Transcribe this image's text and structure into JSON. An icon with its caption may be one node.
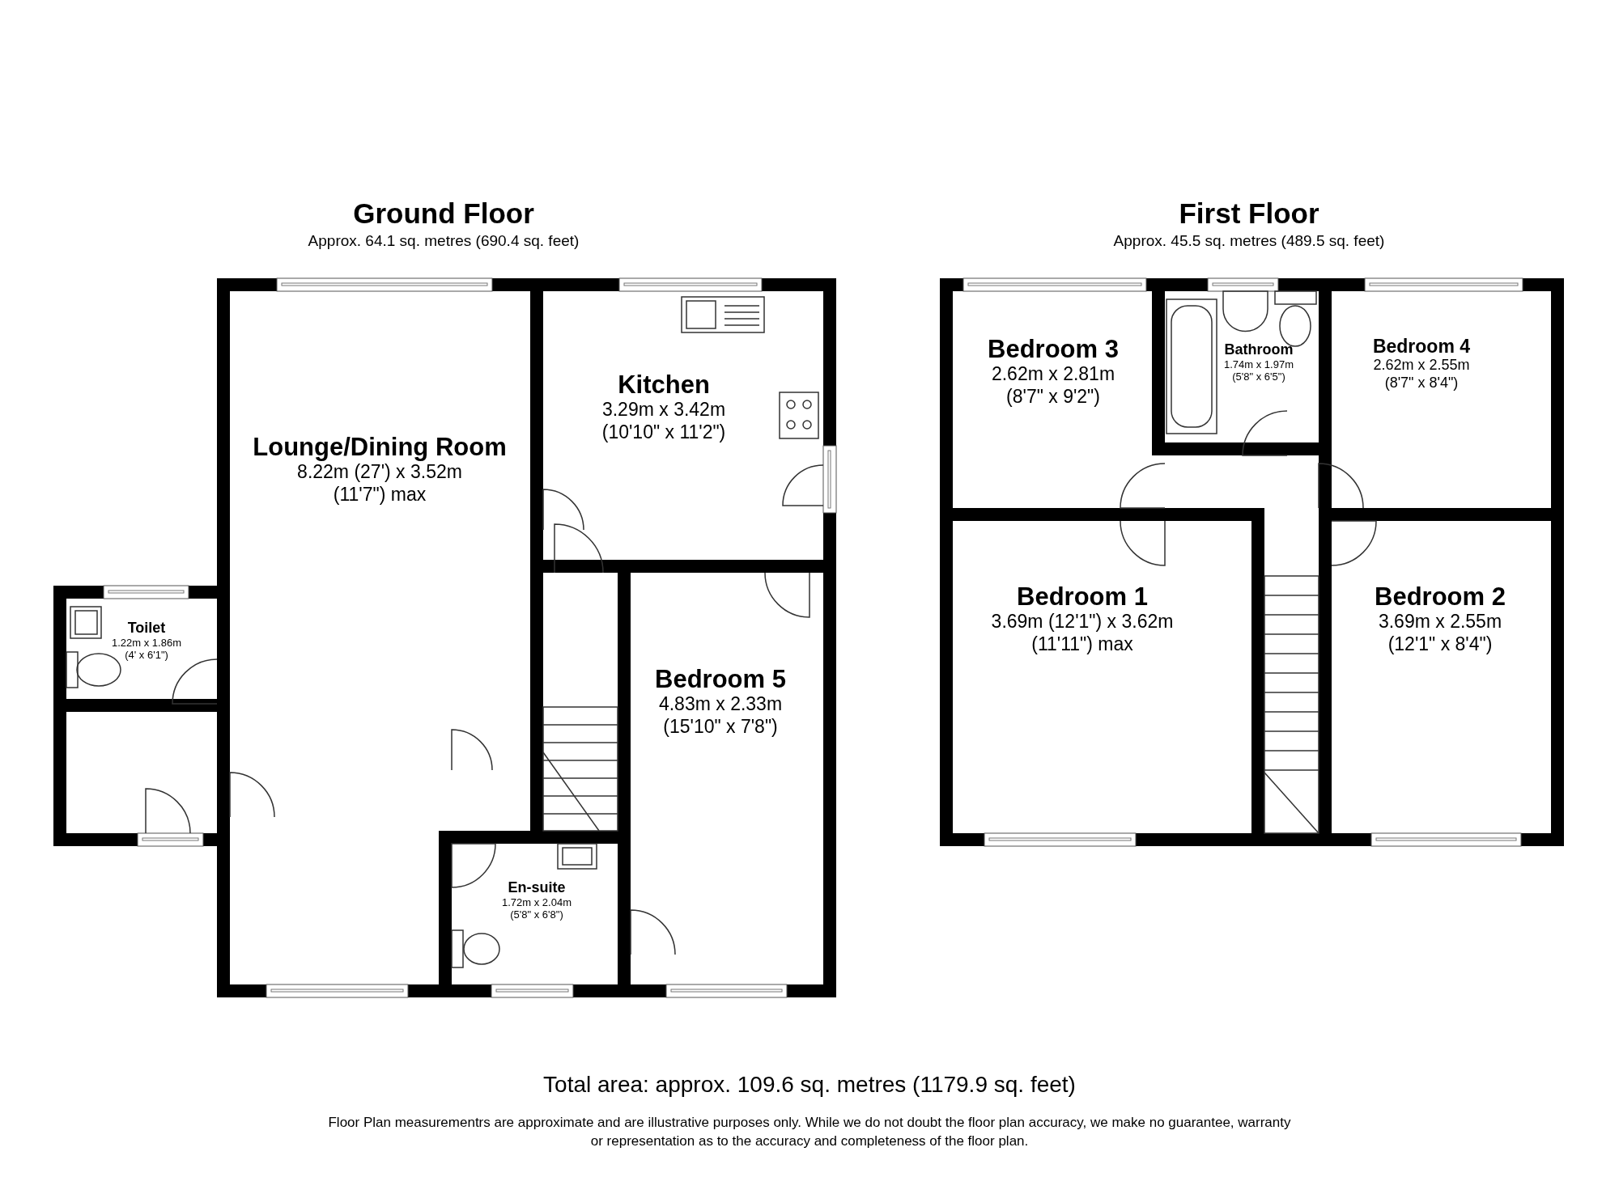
{
  "diagram": {
    "nodes": [
      {
        "text": [
          "Ground Floor",
          "Approx. 64.1 sq. metres (690.4 sq. feet)"
        ]
      },
      {
        "text": [
          "Lounge/Dining Room",
          "8.22m (27') x 3.52m (11'7\") max"
        ],
        "in": 0
      },
      {
        "text": [
          "Kitchen",
          "3.29m x 3.42m (10'10\" x 11'2\")"
        ],
        "in": 0
      },
      {
        "text": [
          "Toilet",
          "1.22m x 1.86m (4' x 6'1\")"
        ],
        "in": 0
      },
      {
        "text": [
          "Bedroom 5",
          "4.83m x 2.33m (15'10\" x 7'8\")"
        ],
        "in": 0
      },
      {
        "text": [
          "En-suite",
          "1.72m x 2.04m (5'8\" x 6'8\")"
        ],
        "in": 0
      },
      {
        "text": [
          "First Floor",
          "Approx. 45.5 sq. metres (489.5 sq. feet)"
        ]
      },
      {
        "text": [
          "Bedroom 3",
          "2.62m x 2.81m (8'7\" x 9'2\")"
        ],
        "in": 6
      },
      {
        "text": [
          "Bathroom",
          "1.74m x 1.97m (5'8\" x 6'5\")"
        ],
        "in": 6
      },
      {
        "text": [
          "Bedroom 4",
          "2.62m x 2.55m (8'7\" x 8'4\")"
        ],
        "in": 6
      },
      {
        "text": [
          "Bedroom 1",
          "3.69m (12'1\") x 3.62m (11'11\") max"
        ],
        "in": 6
      },
      {
        "text": [
          "Bedroom 2",
          "3.69m x 2.55m (12'1\" x 8'4\")"
        ],
        "in": 6
      }
    ],
    "labels": [
      "Total area: approx. 109.6 sq. metres (1179.9 sq. feet)",
      "Floor Plan measurementrs are approximate and are illustrative purposes only. While we do not doubt the floor plan accuracy, we make no guarantee, warranty or representation as to the accuracy and completeness of the floor plan."
    ]
  }
}
